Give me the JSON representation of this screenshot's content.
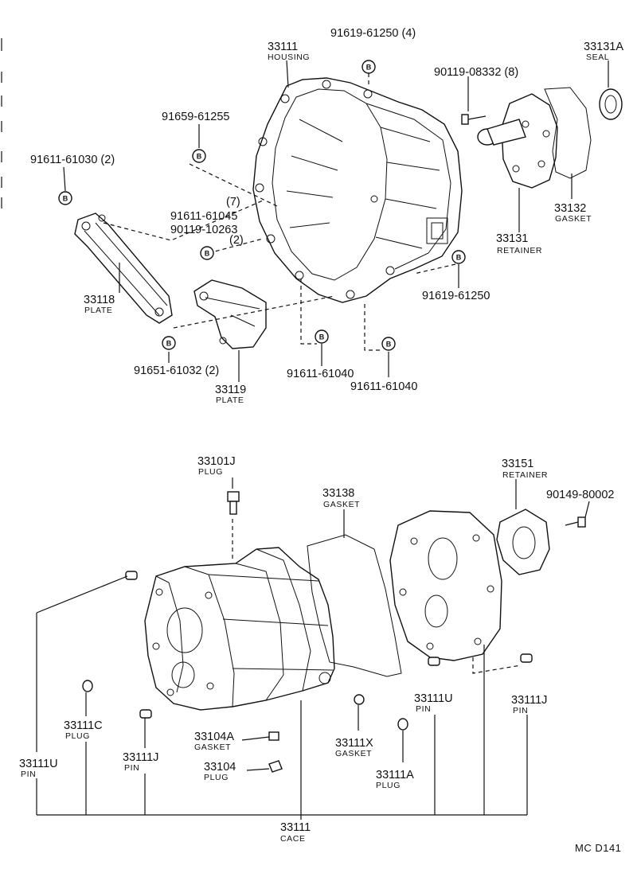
{
  "diagram_id": "MC D141",
  "marker_letter": "B",
  "callouts": {
    "c33111": {
      "part": "33111",
      "name": "HOUSING"
    },
    "c9161961250a": {
      "part": "91619-61250 (4)"
    },
    "c33131A": {
      "part": "33131A",
      "name": "SEAL"
    },
    "c9011908332": {
      "part": "90119-08332 (8)"
    },
    "c9165961255": {
      "part": "91659-61255"
    },
    "c9161161030": {
      "part": "91611-61030 (2)"
    },
    "c7": {
      "part": "(7)"
    },
    "c9161161045": {
      "part": "91611-61045"
    },
    "c9011910263": {
      "part": "90119-10263"
    },
    "c2": {
      "part": "(2)"
    },
    "c33132": {
      "part": "33132",
      "name": "GASKET"
    },
    "c33131": {
      "part": "33131",
      "name": "RETAINER"
    },
    "c33118": {
      "part": "33118",
      "name": "PLATE"
    },
    "c9161961250b": {
      "part": "91619-61250"
    },
    "c9165161032": {
      "part": "91651-61032 (2)"
    },
    "c9161161040a": {
      "part": "91611-61040"
    },
    "c9161161040b": {
      "part": "91611-61040"
    },
    "c33119": {
      "part": "33119",
      "name": "PLATE"
    },
    "c33101J": {
      "part": "33101J",
      "name": "PLUG"
    },
    "c33151": {
      "part": "33151",
      "name": "RETAINER"
    },
    "c33138": {
      "part": "33138",
      "name": "GASKET"
    },
    "c9014980002": {
      "part": "90149-80002"
    },
    "c33111C": {
      "part": "33111C",
      "name": "PLUG"
    },
    "c33111U_left": {
      "part": "33111U",
      "name": "PIN"
    },
    "c33111J_left": {
      "part": "33111J",
      "name": "PIN"
    },
    "c33104A": {
      "part": "33104A",
      "name": "GASKET"
    },
    "c33104": {
      "part": "33104",
      "name": "PLUG"
    },
    "c33111X": {
      "part": "33111X",
      "name": "GASKET"
    },
    "c33111U_mid": {
      "part": "33111U",
      "name": "PIN"
    },
    "c33111A": {
      "part": "33111A",
      "name": "PLUG"
    },
    "c33111J_right": {
      "part": "33111J",
      "name": "PIN"
    },
    "c33111_case": {
      "part": "33111",
      "name": "CACE"
    }
  }
}
